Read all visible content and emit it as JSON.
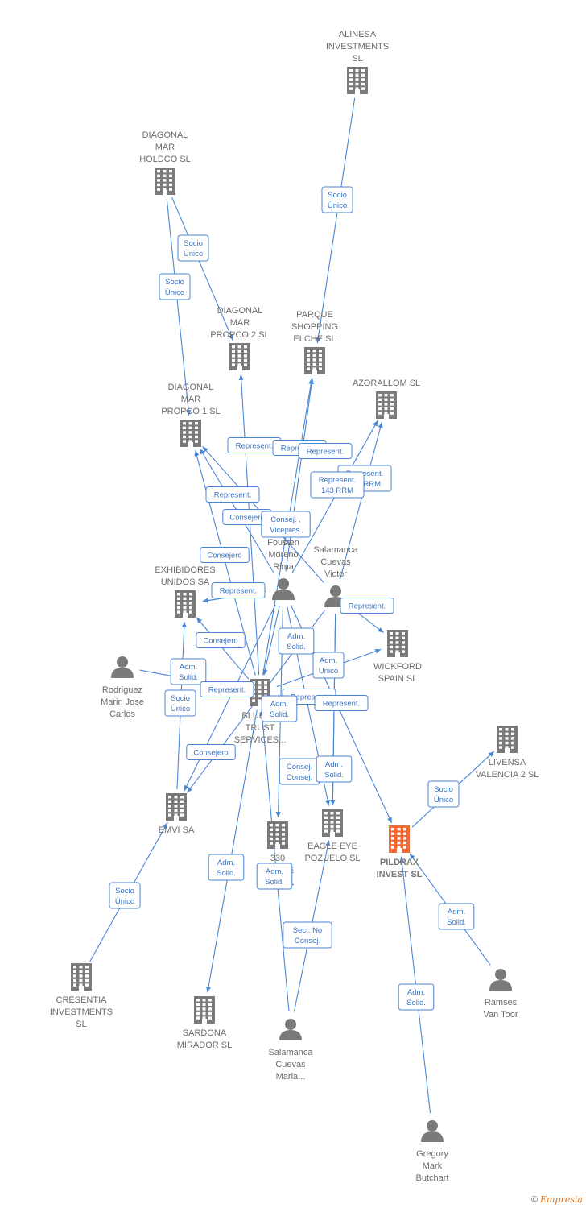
{
  "nodes": [
    {
      "id": "alinesa",
      "type": "company",
      "label": [
        "ALINESA",
        "INVESTMENTS",
        "SL"
      ]
    },
    {
      "id": "diag_holdco",
      "type": "company",
      "label": [
        "DIAGONAL",
        "MAR",
        "HOLDCO  SL"
      ]
    },
    {
      "id": "diag_propco2",
      "type": "company",
      "label": [
        "DIAGONAL",
        "MAR",
        "PROPCO 2  SL"
      ]
    },
    {
      "id": "parque",
      "type": "company",
      "label": [
        "PARQUE",
        "SHOPPING",
        "ELCHE SL"
      ]
    },
    {
      "id": "azorallom",
      "type": "company",
      "label": [
        "AZORALLOM SL"
      ]
    },
    {
      "id": "diag_propco1",
      "type": "company",
      "label": [
        "DIAGONAL",
        "MAR",
        "PROPCO 1  SL"
      ]
    },
    {
      "id": "exhibidores",
      "type": "company",
      "label": [
        "EXHIBIDORES",
        "UNIDOS SA"
      ]
    },
    {
      "id": "wickford",
      "type": "company",
      "label": [
        "WICKFORD",
        "SPAIN SL"
      ]
    },
    {
      "id": "bluestone",
      "type": "company",
      "label": [
        "BLUES...",
        "TRUST",
        "SERVICES..."
      ]
    },
    {
      "id": "livensa",
      "type": "company",
      "label": [
        "LIVENSA",
        "VALENCIA 2  SL"
      ]
    },
    {
      "id": "emvi",
      "type": "company",
      "label": [
        "EMVI SA"
      ]
    },
    {
      "id": "av330",
      "type": "company",
      "label": [
        "330",
        "AV...  DE",
        "AR...  SL"
      ]
    },
    {
      "id": "eagle",
      "type": "company",
      "label": [
        "EAGLE EYE",
        "POZUELO  SL"
      ]
    },
    {
      "id": "pildrax",
      "type": "company",
      "main": true,
      "label": [
        "PILDRAX",
        "INVEST  SL"
      ]
    },
    {
      "id": "cresentia",
      "type": "company",
      "label": [
        "CRESENTIA",
        "INVESTMENTS",
        "SL"
      ]
    },
    {
      "id": "sardona",
      "type": "company",
      "label": [
        "SARDONA",
        "MIRADOR SL"
      ]
    },
    {
      "id": "fousten",
      "type": "person",
      "label": [
        "Fousten",
        "Moreno",
        "Rima"
      ]
    },
    {
      "id": "victor",
      "type": "person",
      "label": [
        "Salamanca",
        "Cuevas",
        "Victor"
      ]
    },
    {
      "id": "rodriguez",
      "type": "person",
      "label": [
        "Rodriguez",
        "Marin Jose",
        "Carlos"
      ]
    },
    {
      "id": "maria",
      "type": "person",
      "label": [
        "Salamanca",
        "Cuevas",
        "Maria..."
      ]
    },
    {
      "id": "ramses",
      "type": "person",
      "label": [
        "Ramses",
        "Van Toor"
      ]
    },
    {
      "id": "gregory",
      "type": "person",
      "label": [
        "Gregory",
        "Mark",
        "Butchart"
      ]
    }
  ],
  "edges": [
    {
      "label": [
        "Socio",
        "Único"
      ],
      "from": "alinesa",
      "to": "parque"
    },
    {
      "label": [
        "Socio",
        "Único"
      ],
      "from": "diag_holdco",
      "to": "diag_propco2"
    },
    {
      "label": [
        "Socio",
        "Único"
      ],
      "from": "diag_holdco",
      "to": "diag_propco1"
    },
    {
      "label": [
        "Represent."
      ],
      "from": "bluestone",
      "to": "diag_propco2"
    },
    {
      "label": [
        "Represent."
      ],
      "from": "bluestone",
      "to": "parque"
    },
    {
      "label": [
        "Represent."
      ],
      "from": "fousten",
      "to": "parque"
    },
    {
      "label": [
        "Represent.",
        "143 RRM"
      ],
      "from": "victor",
      "to": "azorallom"
    },
    {
      "label": [
        "Represent.",
        "143 RRM"
      ],
      "from": "fousten",
      "to": "azorallom"
    },
    {
      "label": [
        "Represent."
      ],
      "from": "bluestone",
      "to": "diag_propco1"
    },
    {
      "label": [
        "Consejero"
      ],
      "from": "fousten",
      "to": "diag_propco1"
    },
    {
      "label": [
        "Consej. ,",
        "Vicepres."
      ],
      "from": "victor",
      "to": "diag_propco1"
    },
    {
      "label": [
        "Consejero"
      ],
      "from": "bluestone",
      "to": "exhibidores"
    },
    {
      "label": [
        "Represent."
      ],
      "from": "fousten",
      "to": "exhibidores"
    },
    {
      "label": [
        "Represent."
      ],
      "from": "victor",
      "to": "wickford"
    },
    {
      "label": [
        "Consejero"
      ],
      "from": "fousten",
      "to": "exhibidores"
    },
    {
      "label": [
        "Adm.",
        "Solid."
      ],
      "from": "rodriguez",
      "to": "bluestone"
    },
    {
      "label": [
        "Represent."
      ],
      "from": "victor",
      "to": "emvi"
    },
    {
      "label": [
        "Adm.",
        "Solid."
      ],
      "from": "fousten",
      "to": "bluestone"
    },
    {
      "label": [
        "Adm.",
        "Unico"
      ],
      "from": "bluestone",
      "to": "wickford"
    },
    {
      "label": [
        "Socio",
        "Único"
      ],
      "from": "emvi",
      "to": "exhibidores"
    },
    {
      "label": [
        "Represent."
      ],
      "from": "fousten",
      "to": "eagle"
    },
    {
      "label": [
        "Represent."
      ],
      "from": "victor",
      "to": "eagle"
    },
    {
      "label": [
        "Adm.",
        "Solid."
      ],
      "from": "fousten",
      "to": "av330"
    },
    {
      "label": [
        "Consejero"
      ],
      "from": "fousten",
      "to": "emvi"
    },
    {
      "label": [
        "Consej.",
        "Consej."
      ],
      "from": "victor",
      "to": "eagle"
    },
    {
      "label": [
        "Adm.",
        "Solid."
      ],
      "from": "fousten",
      "to": "pildrax"
    },
    {
      "label": [
        "Socio",
        "Único"
      ],
      "from": "pildrax",
      "to": "livensa"
    },
    {
      "label": [
        "Adm.",
        "Solid."
      ],
      "from": "bluestone",
      "to": "sardona"
    },
    {
      "label": [
        "Adm.",
        "Solid."
      ],
      "from": "maria",
      "to": "bluestone"
    },
    {
      "label": [
        "Socio",
        "Único"
      ],
      "from": "cresentia",
      "to": "emvi"
    },
    {
      "label": [
        "Secr.  No",
        "Consej."
      ],
      "from": "maria",
      "to": "eagle"
    },
    {
      "label": [
        "Adm.",
        "Solid."
      ],
      "from": "ramses",
      "to": "pildrax"
    },
    {
      "label": [
        "Adm.",
        "Solid."
      ],
      "from": "gregory",
      "to": "pildrax"
    }
  ],
  "colors": {
    "edge": "#4a86d4",
    "node": "#7a7a7a",
    "main_node": "#f26a35",
    "label_text": "#6b6b6b"
  },
  "footer": {
    "copyright": "©",
    "brand": "Empresia"
  }
}
